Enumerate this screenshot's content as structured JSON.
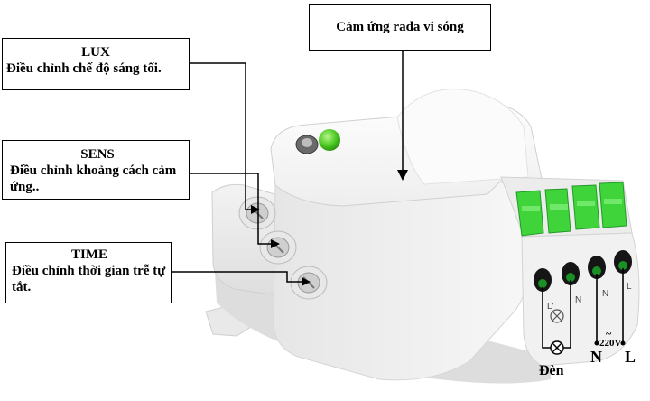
{
  "callouts": {
    "radar": {
      "title": "Cảm ứng rada vi sóng"
    },
    "lux": {
      "title": "LUX",
      "desc": "Điều chỉnh chế độ sáng tối."
    },
    "sens": {
      "title": "SENS",
      "desc": "Điều chỉnh khoảng cách cảm ứng.."
    },
    "time": {
      "title": "TIME",
      "desc": "Điều chỉnh thời gian trễ tự tắt."
    }
  },
  "wiring": {
    "lamp_label": "Đèn",
    "neutral_label": "N",
    "live_label": "L",
    "voltage_label": "220V",
    "ac_symbol": "~",
    "terminal_marks": [
      "L'",
      "N",
      "N",
      "L"
    ]
  },
  "colors": {
    "terminal_green": "#3fd43a",
    "led_green": "#49c81f",
    "housing": "#f4f4f4",
    "outline": "#000000"
  }
}
